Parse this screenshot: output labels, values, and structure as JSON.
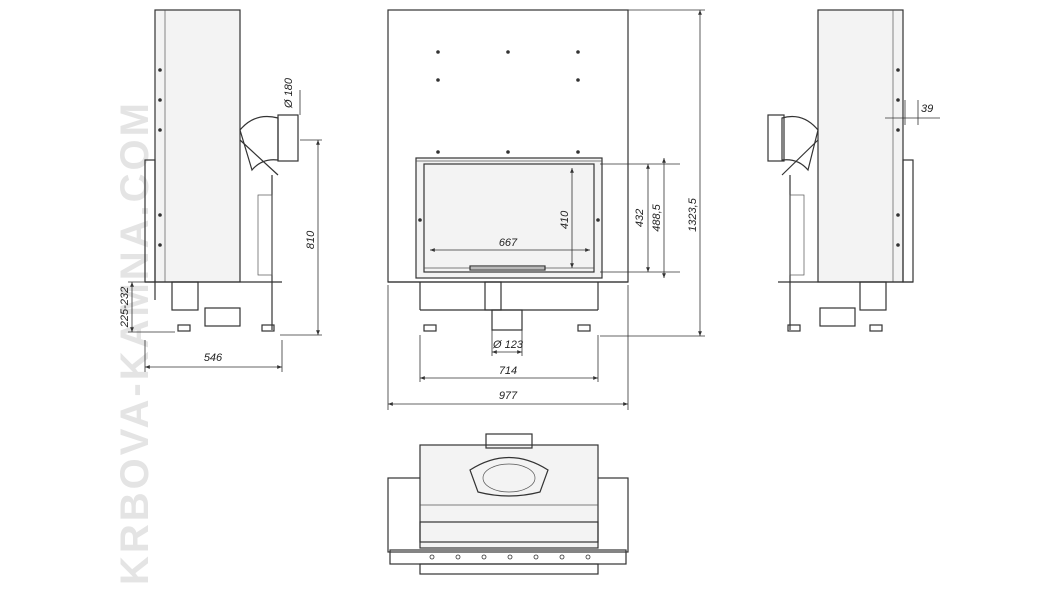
{
  "watermark": "KRBOVA-KAMNA.COM",
  "colors": {
    "line": "#333333",
    "watermark": "#e4e4e4",
    "background": "#ffffff"
  },
  "dimensions": {
    "flue_side": "Ø 180",
    "height_side": "810",
    "leg_range": "225-232",
    "depth": "546",
    "glass_width": "667",
    "glass_height": "410",
    "opening_height": "432",
    "door_height": "488,5",
    "total_height": "1323,5",
    "flue_front": "Ø 123",
    "base_width": "714",
    "total_width": "977",
    "rear_offset": "39"
  }
}
